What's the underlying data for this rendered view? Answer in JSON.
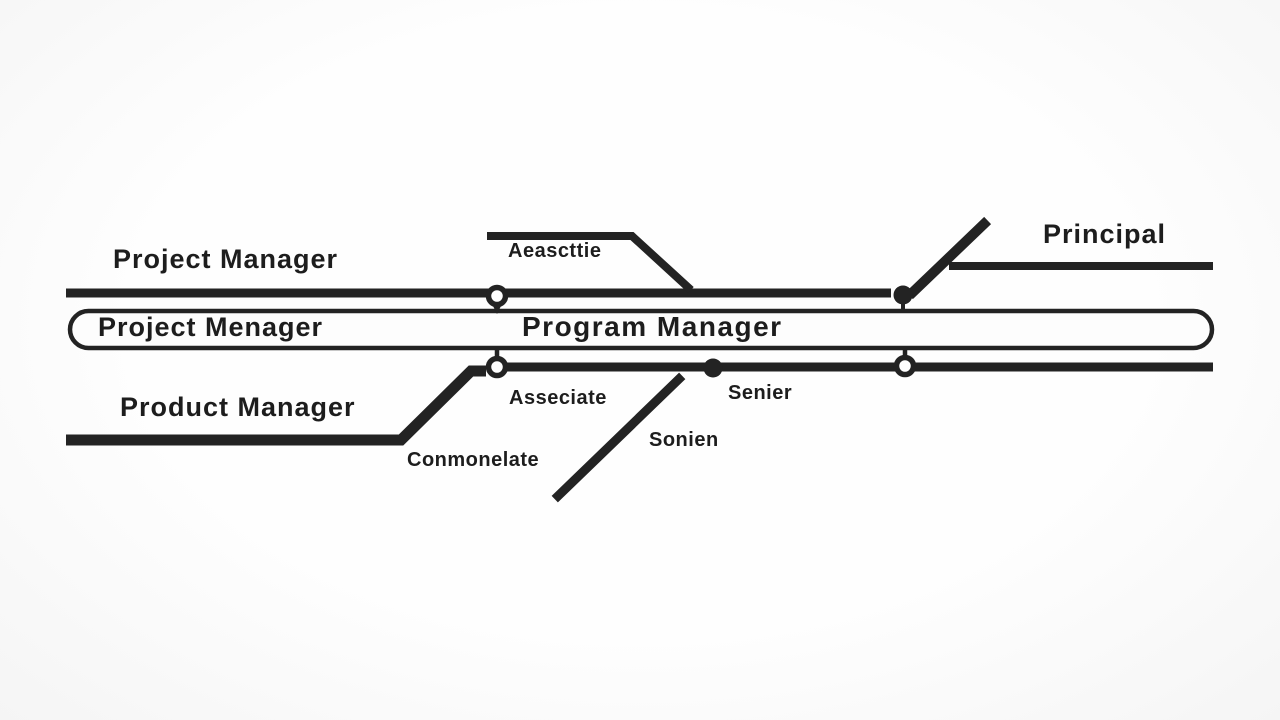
{
  "colors": {
    "background": "#fbfbfb",
    "ink": "#232323",
    "text": "#1d1d1d"
  },
  "diagram": {
    "top_route": {
      "title": "Project Manager",
      "branch_station": "Aeascttie",
      "terminal": "Principal"
    },
    "middle_pill": {
      "left_title": "Project Menager",
      "center_title": "Program Manager"
    },
    "bottom_route": {
      "title": "Product Manager",
      "station_associate": "Asseciate",
      "station_senior": "Senier",
      "diagonal_station": "Sonien",
      "lower_station": "Conmonelate"
    }
  }
}
